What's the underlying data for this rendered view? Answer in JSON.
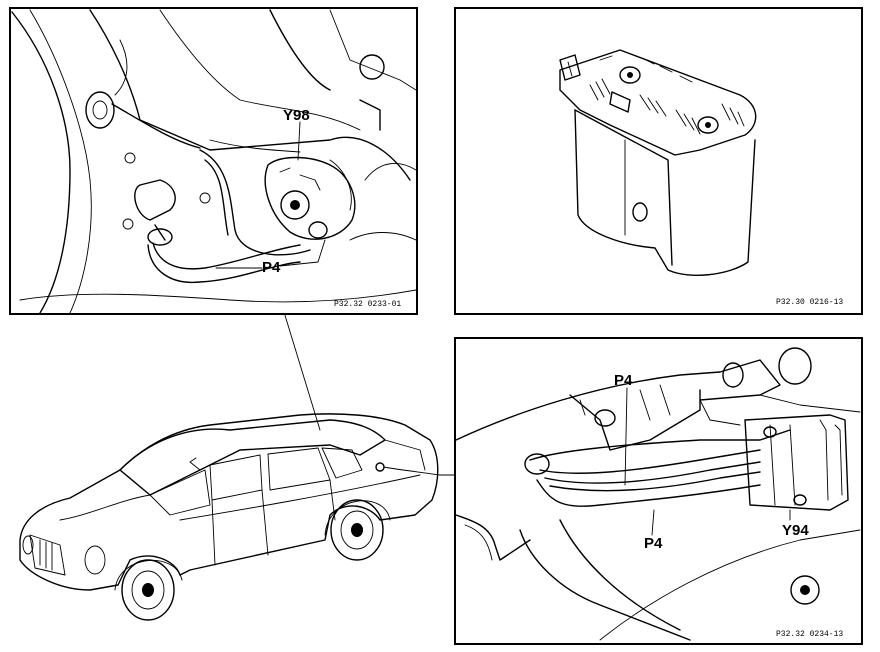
{
  "panels": {
    "top_left": {
      "ref_code": "P32.32 0233-01",
      "labels": {
        "valve": "Y98",
        "pipe": "P4"
      }
    },
    "top_right": {
      "ref_code": "P32.30 0216-13"
    },
    "bottom_right": {
      "ref_code": "P32.32 0234-13",
      "labels": {
        "pipe_top": "P4",
        "pipe_bottom": "P4",
        "valve": "Y94"
      }
    }
  }
}
